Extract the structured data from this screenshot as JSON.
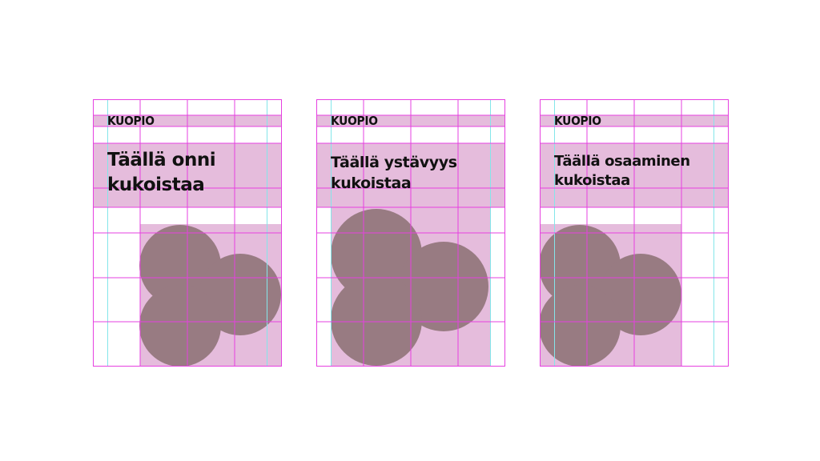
{
  "colors": {
    "band": "#e5bcdc",
    "shape": "#987b82",
    "grid_magenta": "#e640e0",
    "grid_cyan": "#84e6ea",
    "text": "#111111"
  },
  "cards": [
    {
      "logo": "KUOPIO",
      "headline_line1": "Täällä onni",
      "headline_line2": "kukoistaa"
    },
    {
      "logo": "KUOPIO",
      "headline_line1": "Täällä ystävyys",
      "headline_line2": "kukoistaa"
    },
    {
      "logo": "KUOPIO",
      "headline_line1": "Täällä osaaminen",
      "headline_line2": "kukoistaa"
    }
  ]
}
